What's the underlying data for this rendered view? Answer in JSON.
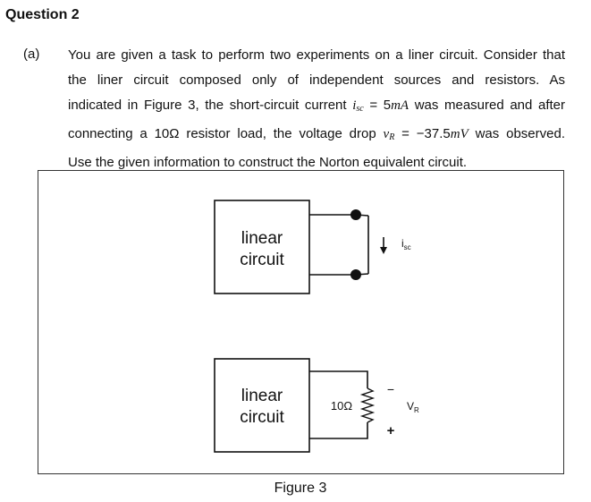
{
  "question": {
    "title": "Question 2"
  },
  "part": {
    "label": "(a)",
    "lines": {
      "l1": "You are given a task to perform two experiments on a liner circuit. Consider that",
      "l2": "the liner circuit composed only of independent sources and resistors. As",
      "l3_pre": "indicated in Figure 3, the short-circuit current",
      "isc_sym": "i",
      "isc_sub": "sc",
      "l3_eq": " = 5",
      "unit_mA": "mA",
      "l3_post": " was measured and after",
      "l4_pre": "connecting a 10Ω resistor load, the voltage drop ",
      "vr_sym": "v",
      "vr_sub": "R",
      "l4_eq": " = −37.5",
      "unit_mV": "mV",
      "l4_post": "  was observed.",
      "l5": "Use the given information to construct the Norton equivalent circuit."
    }
  },
  "figure": {
    "caption": "Figure 3",
    "top": {
      "box_line1": "linear",
      "box_line2": "circuit",
      "current_label": "i",
      "current_sub": "sc"
    },
    "bottom": {
      "box_line1": "linear",
      "box_line2": "circuit",
      "resistor_label": "10Ω",
      "minus": "−",
      "plus": "+",
      "voltage_label": "V",
      "voltage_sub": "R"
    }
  }
}
